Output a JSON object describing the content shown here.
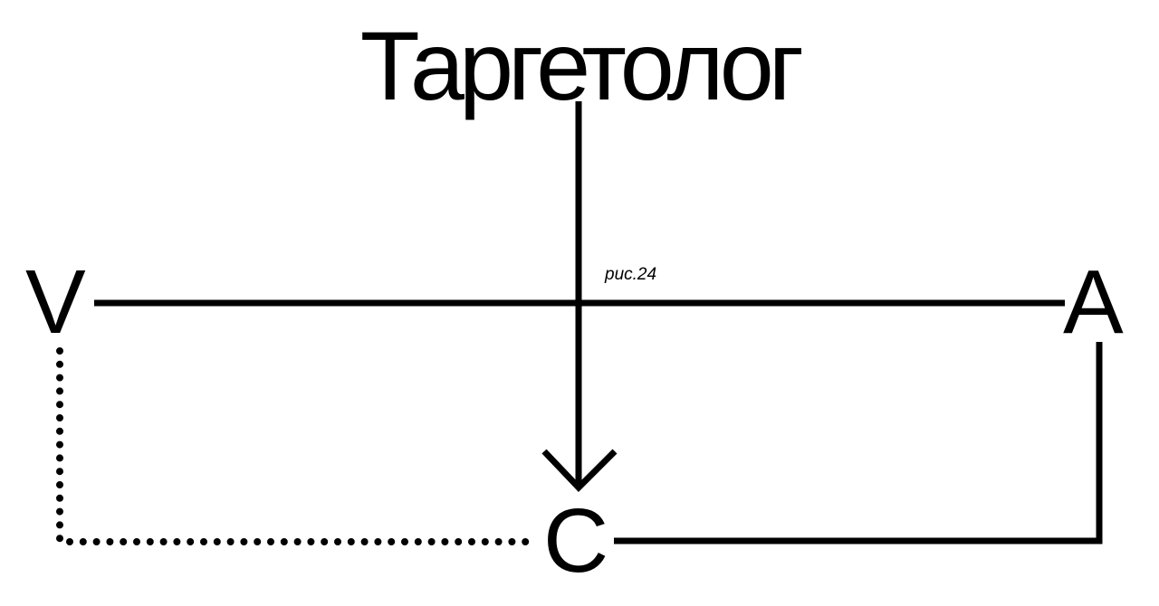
{
  "diagram": {
    "title": "Таргетолог",
    "figure_label": "рис.24",
    "nodes": {
      "v": "V",
      "a": "A",
      "c": "C"
    },
    "edges": [
      {
        "from": "Таргетолог",
        "to": "C",
        "style": "solid",
        "arrow": true
      },
      {
        "from": "V",
        "to": "A",
        "style": "solid",
        "arrow": false
      },
      {
        "from": "V",
        "to": "C",
        "style": "dotted",
        "arrow": false
      },
      {
        "from": "A",
        "to": "C",
        "style": "solid",
        "arrow": false
      }
    ],
    "colors": {
      "ink": "#000000",
      "background": "#ffffff"
    }
  }
}
